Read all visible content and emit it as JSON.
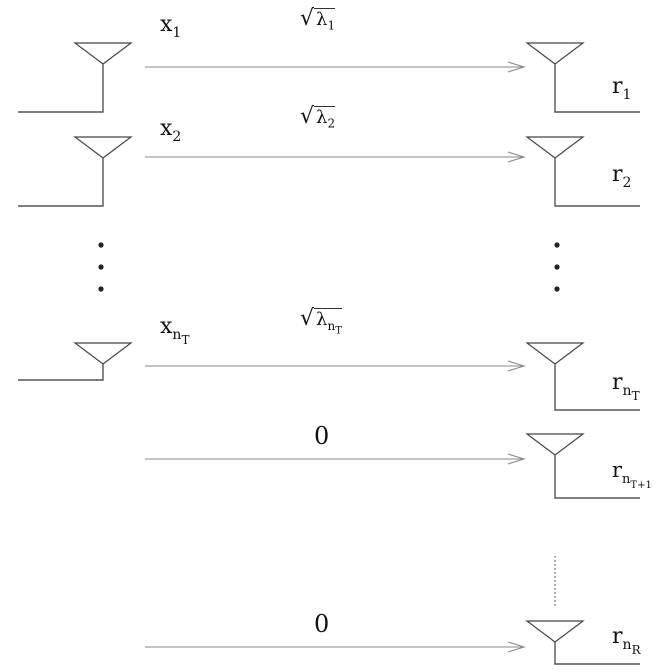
{
  "diagram": {
    "title": "",
    "transmit_symbols": [
      {
        "base": "x",
        "sub": "1"
      },
      {
        "base": "x",
        "sub": "2"
      },
      {
        "base": "x",
        "sub": "n",
        "subsub": "T"
      }
    ],
    "gains": [
      {
        "base": "λ",
        "sub": "1"
      },
      {
        "base": "λ",
        "sub": "2"
      },
      {
        "base": "λ",
        "sub": "n",
        "subsub": "T"
      }
    ],
    "receive_symbols": [
      {
        "base": "r",
        "sub": "1"
      },
      {
        "base": "r",
        "sub": "2"
      },
      {
        "base": "r",
        "sub": "n",
        "subsub": "T"
      },
      {
        "base": "r",
        "sub": "n",
        "subsub": "T+1"
      },
      {
        "base": "r",
        "sub": "n",
        "subsub": "R"
      }
    ],
    "zero_labels": [
      "0",
      "0"
    ],
    "ellipsis_icon": "vertical-dots-icon",
    "colors": {
      "line": "#555555",
      "arrow": "#8a8a8a",
      "text": "#111111"
    }
  }
}
